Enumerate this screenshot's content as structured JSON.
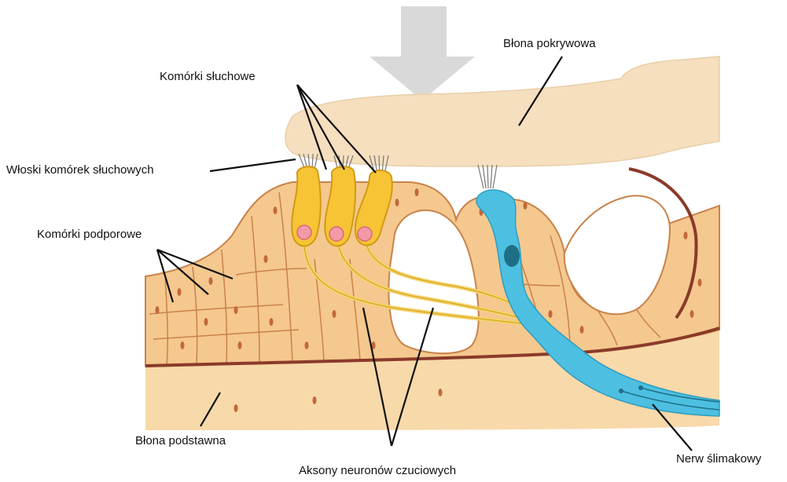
{
  "labels": {
    "tectorial_membrane": "Błona pokrywowa",
    "hair_cells": "Komórki słuchowe",
    "stereocilia": "Włoski komórek słuchowych",
    "supporting_cells": "Komórki podporowe",
    "basilar_membrane": "Błona podstawna",
    "sensory_axons": "Aksony neuronów czuciowych",
    "cochlear_nerve": "Nerw ślimakowy"
  },
  "colors": {
    "tissue": "#F4C88E",
    "tissue_light": "#F8D9AA",
    "cell_outline": "#C9824A",
    "membrane_line": "#8B3A2A",
    "tectorial": "#F5DFBF",
    "hair_cell": "#F6C435",
    "hair_cell_outline": "#D39A13",
    "nucleus": "#F29AA6",
    "axon": "#F3D36B",
    "nerve": "#4DBFE0",
    "nerve_dark": "#1E6F86",
    "arrow": "#D9D9D9",
    "dot": "#C2683A"
  }
}
